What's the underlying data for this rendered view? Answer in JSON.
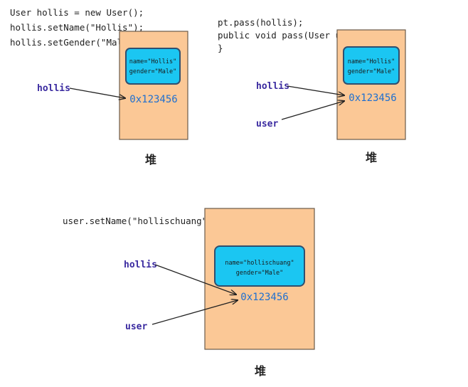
{
  "colors": {
    "heap_fill": "#fbc896",
    "heap_stroke": "#6b5a4a",
    "object_fill": "#1bc6f2",
    "object_stroke": "#2f4f6f",
    "arrow": "#222222",
    "variable_text": "#3a2aa0",
    "address_text": "#1e6fd0"
  },
  "panel1": {
    "code": [
      "User hollis = new User();",
      "hollis.setName(\"Hollis\");",
      "hollis.setGender(\"Male\");"
    ],
    "variable": "hollis",
    "object_fields": [
      "name=\"Hollis\"",
      "gender=\"Male\""
    ],
    "address": "0x123456",
    "heap_label": "堆"
  },
  "panel2": {
    "code": [
      "pt.pass(hollis);",
      "public void pass(User user) {",
      "}"
    ],
    "variables": [
      "hollis",
      "user"
    ],
    "object_fields": [
      "name=\"Hollis\"",
      "gender=\"Male\""
    ],
    "address": "0x123456",
    "heap_label": "堆"
  },
  "panel3": {
    "code": [
      "user.setName(\"hollischuang\");"
    ],
    "variables": [
      "hollis",
      "user"
    ],
    "object_fields": [
      "name=\"hollischuang\"",
      "gender=\"Male\""
    ],
    "address": "0x123456",
    "heap_label": "堆"
  }
}
